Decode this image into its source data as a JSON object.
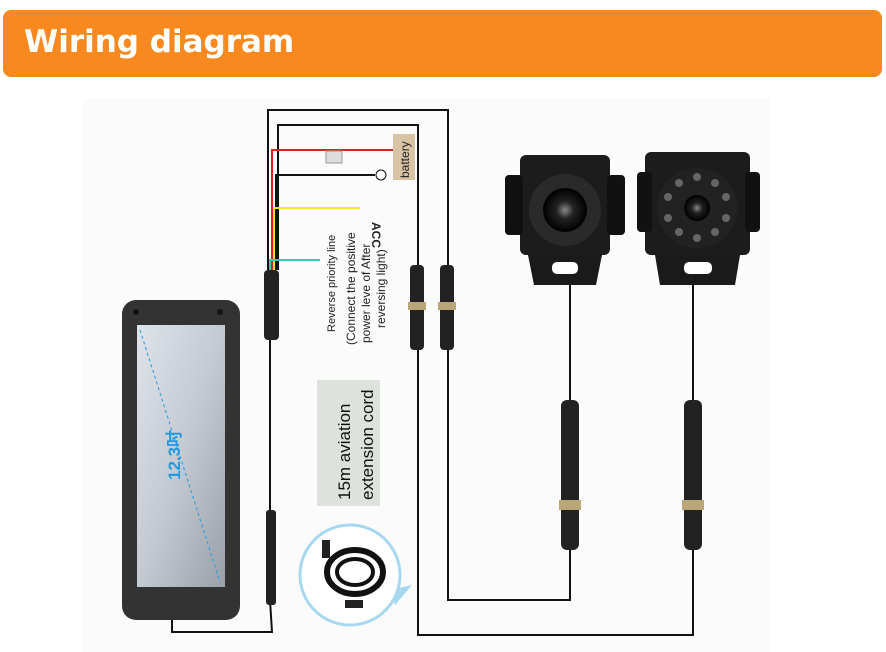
{
  "header": {
    "title": "Wiring diagram"
  },
  "diagram": {
    "battery_label": "battery",
    "acc_label": "ACC",
    "reverse_label": "Reverse priority line",
    "reverse_note_1": "(Connect the positive",
    "reverse_note_2": "power leve of After",
    "reverse_note_3": "reversing light)",
    "monitor_size": "12.3吋",
    "extension_line_1": "15m aviation",
    "extension_line_2": "extension cord",
    "colors": {
      "banner": "#F7891E",
      "red_wire": "#E02020",
      "yellow_wire": "#F2E52A",
      "cyan_wire": "#3CC6B0",
      "size_label": "#1E9BE0"
    }
  }
}
